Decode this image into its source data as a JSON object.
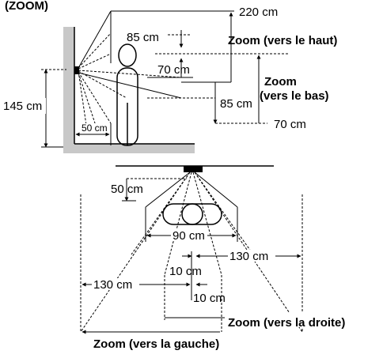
{
  "header": {
    "title": "(ZOOM)"
  },
  "side_view": {
    "labels": {
      "height_220": "220 cm",
      "dist_85_top": "85 cm",
      "dist_70_mid": "70 cm",
      "dist_85_low": "85 cm",
      "dist_70_bottom": "70 cm",
      "height_145": "145 cm",
      "distance_50": "50 cm"
    },
    "zoom_up": "Zoom (vers le haut)",
    "zoom_down_line1": "Zoom",
    "zoom_down_line2": "(vers le bas)"
  },
  "top_view": {
    "labels": {
      "distance_50": "50 cm",
      "width_90": "90 cm",
      "offset_10_left": "10 cm",
      "offset_130_right": "130 cm",
      "offset_130_left": "130 cm",
      "offset_10_right": "10 cm"
    },
    "zoom_right": "Zoom (vers la droite)",
    "zoom_left": "Zoom (vers la gauche)"
  },
  "colors": {
    "line": "#000000",
    "floor": "#c8c8c8"
  }
}
